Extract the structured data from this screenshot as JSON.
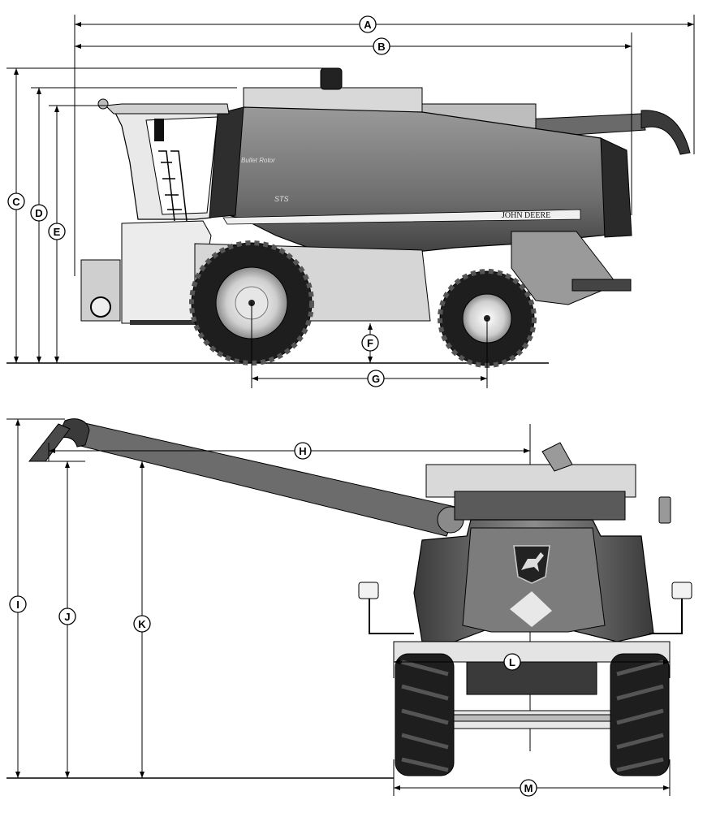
{
  "diagram": {
    "views": [
      "side-view",
      "rear-view"
    ],
    "side_view": {
      "dimension_labels": [
        "A",
        "B",
        "C",
        "D",
        "E",
        "F",
        "G"
      ],
      "brand_text": "JOHN DEERE",
      "model_badge": "STS",
      "side_script": "Bullet Rotor"
    },
    "rear_view": {
      "dimension_labels": [
        "H",
        "I",
        "J",
        "K",
        "L",
        "M"
      ]
    },
    "colors": {
      "line": "#000000",
      "body_dark": "#3a3a3a",
      "body_mid": "#8a8a8a",
      "body_light": "#cfcfcf",
      "tire": "#1e1e1e"
    }
  }
}
